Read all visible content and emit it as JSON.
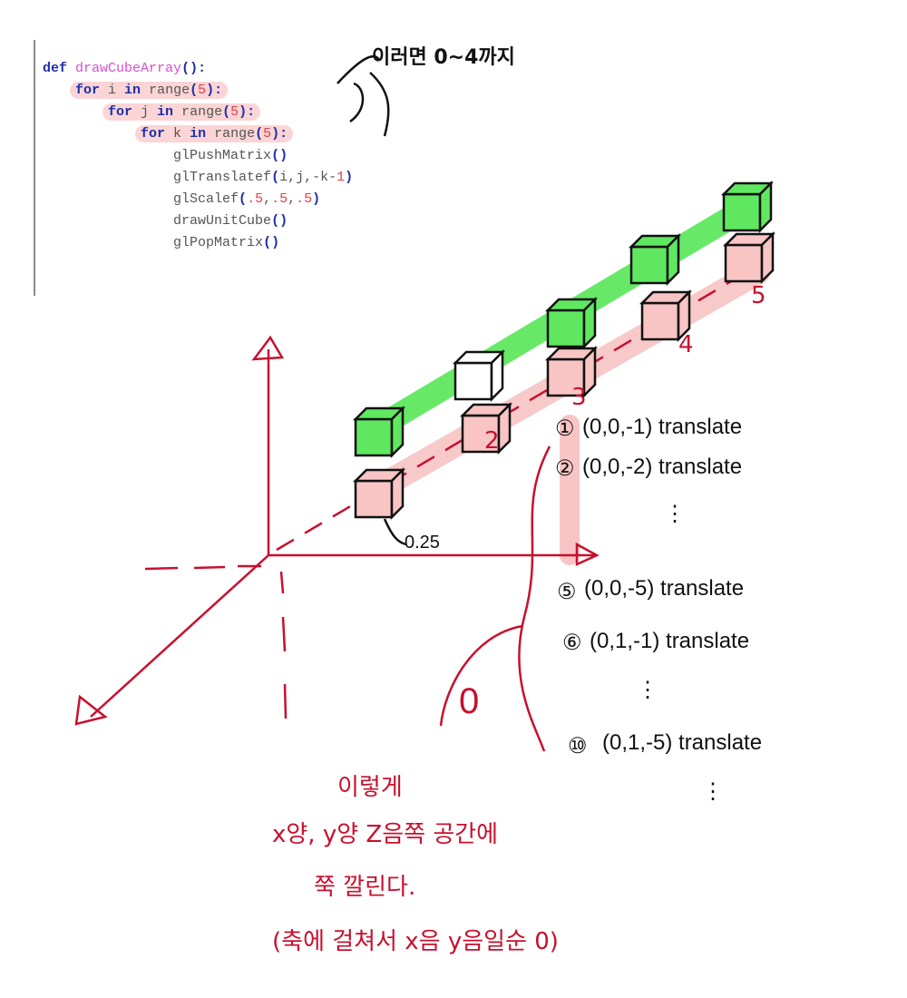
{
  "code": {
    "def_kw": "def",
    "func_name": "drawCubeArray",
    "def_suffix": "():",
    "loops": [
      {
        "kw_for": "for",
        "var": " i ",
        "kw_in": "in",
        "range": " range",
        "open": "(",
        "n": "5",
        "close": "):"
      },
      {
        "kw_for": "for",
        "var": " j ",
        "kw_in": "in",
        "range": " range",
        "open": "(",
        "n": "5",
        "close": "):"
      },
      {
        "kw_for": "for",
        "var": " k ",
        "kw_in": "in",
        "range": " range",
        "open": "(",
        "n": "5",
        "close": "):"
      }
    ],
    "body": {
      "push": "glPushMatrix",
      "translate_fn": "glTranslatef",
      "translate_args": "i,j,-k-",
      "translate_num": "1",
      "scale_fn": "glScalef",
      "scale_a": ".5",
      "scale_b": ".5",
      "scale_c": ".5",
      "draw": "drawUnitCube",
      "pop": "glPopMatrix",
      "paren_pair": "()"
    }
  },
  "annotations": {
    "range_note": "이러면 0~4까지",
    "cube_size": "0.25",
    "index_labels": [
      "2",
      "3",
      "4",
      "5"
    ],
    "translate_list": [
      {
        "mark": "①",
        "text": "(0,0,-1) translate"
      },
      {
        "mark": "②",
        "text": "(0,0,-2) translate"
      },
      {
        "mark": "⋮",
        "text": ""
      },
      {
        "mark": "⑤",
        "text": "(0,0,-5) translate"
      },
      {
        "mark": "⑥",
        "text": "(0,1,-1) translate"
      },
      {
        "mark": "⋮",
        "text": ""
      },
      {
        "mark": "⑩",
        "text": "(0,1,-5) translate"
      },
      {
        "mark": "⋮",
        "text": ""
      }
    ],
    "bracket_value": "0",
    "conclusion": [
      "이렇게",
      "x양, y양 Z음쪽 공간에",
      "쭉 깔린다.",
      "(축에 걸쳐서 x음 y음일순 0)"
    ]
  },
  "colors": {
    "ink_red": "#c8102e",
    "highlight_pink": "#f8c4c4",
    "highlight_green": "#5fe85f",
    "ink_black": "#111111"
  }
}
